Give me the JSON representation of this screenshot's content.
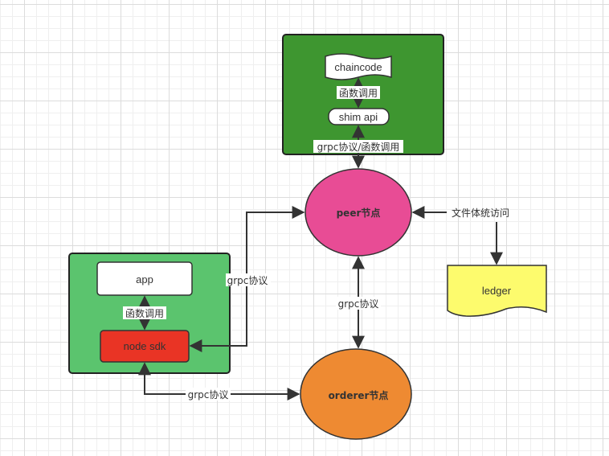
{
  "diagram": {
    "colors": {
      "chaincode_container": "#3e9630",
      "sdk_container": "#5bc46e",
      "node_sdk": "#e93425",
      "peer": "#e84c95",
      "orderer": "#ee8a32",
      "ledger": "#fdfb6d",
      "white_box": "#ffffff",
      "stroke": "#333333"
    },
    "nodes": {
      "chaincode": "chaincode",
      "shim_api": "shim api",
      "peer": "peer节点",
      "orderer": "orderer节点",
      "ledger": "ledger",
      "app": "app",
      "node_sdk": "node sdk"
    },
    "edges": {
      "chaincode_shim": "函数调用",
      "shim_peer": "grpc协议/函数调用",
      "peer_ledger": "文件体统访问",
      "sdk_peer": "grpc协议",
      "peer_orderer": "grpc协议",
      "app_sdk": "函数调用",
      "sdk_orderer": "grpc协议"
    }
  }
}
